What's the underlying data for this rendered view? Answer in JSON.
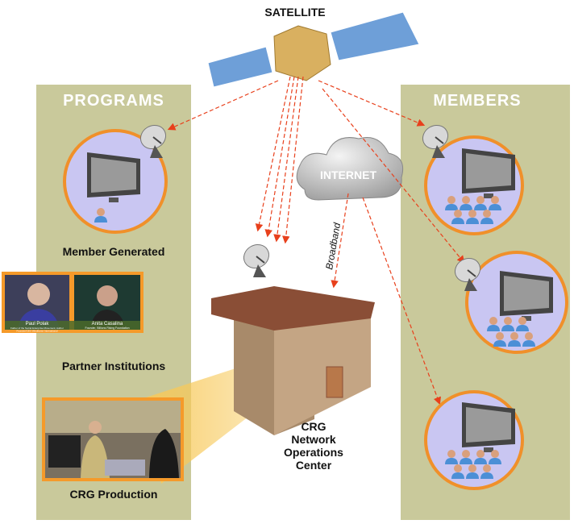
{
  "satellite_label": "SATELLITE",
  "internet_label": "INTERNET",
  "broadband_label": "Broadband",
  "programs": {
    "header": "PROGRAMS",
    "items": [
      "Member Generated",
      "Partner Institutions",
      "CRG Production"
    ],
    "partner_caption": {
      "left_name": "Paul Polak",
      "left_title1": "Father of the Social Enterprise Movement, Author",
      "left_title2": "Founder/CEO Windhorse International",
      "right_name": "Anita Casalina",
      "right_title": "Founder, Billions Rising Foundation"
    }
  },
  "members": {
    "header": "MEMBERS"
  },
  "center": {
    "line1": "CRG",
    "line2": "Network",
    "line3": "Operations",
    "line4": "Center"
  },
  "colors": {
    "panel": "#c9c99b",
    "arrow": "#e8401c",
    "ring": "#f0902a",
    "circle": "#c9c6f2",
    "frame": "#f59a2a"
  }
}
